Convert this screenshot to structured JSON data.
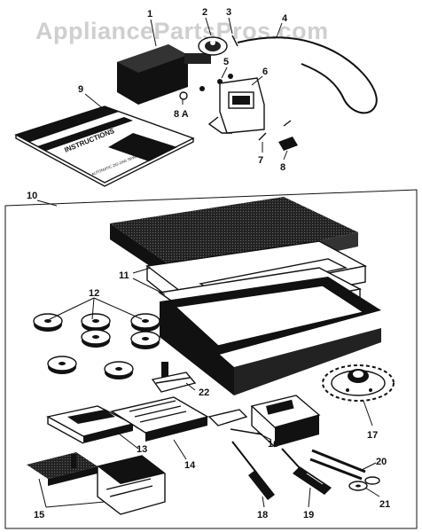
{
  "watermark": "AppliancePartsPros.com",
  "booklet": {
    "title": "INSTRUCTIONS",
    "subtitle": "AUTOMATIC ZIG-ZAG SEWING MACHINE"
  },
  "callouts": {
    "c1": "1",
    "c2": "2",
    "c3": "3",
    "c4": "4",
    "c5": "5",
    "c6": "6",
    "c7": "7",
    "c8": "8",
    "c8a": "8 A",
    "c9": "9",
    "c10": "10",
    "c11": "11",
    "c12": "12",
    "c13": "13",
    "c14": "14",
    "c15": "15",
    "c16": "16",
    "c17": "17",
    "c18": "18",
    "c19": "19",
    "c20": "20",
    "c21": "21",
    "c22": "22"
  },
  "colors": {
    "ink": "#111111",
    "paper": "#ffffff",
    "watermark": "#cfcfcf"
  }
}
